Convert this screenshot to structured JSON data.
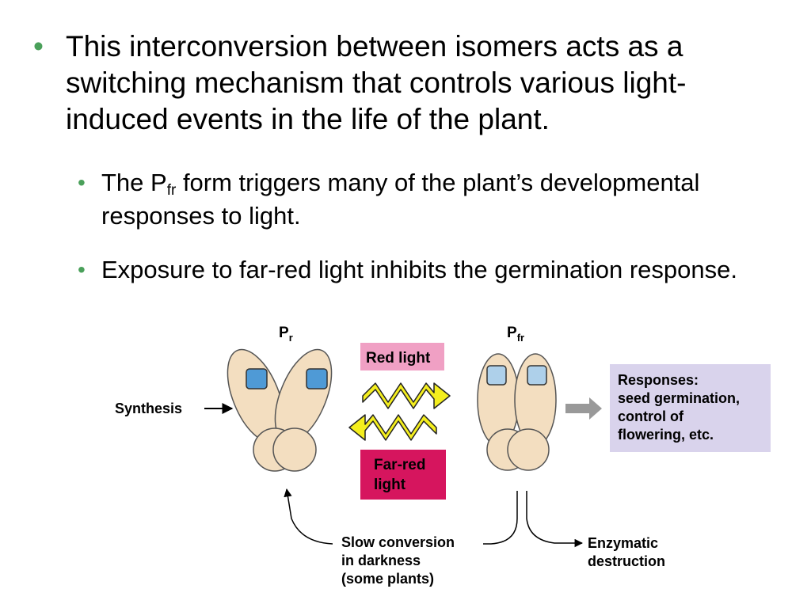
{
  "bullets": {
    "main": "This interconversion between isomers acts as a switching mechanism that controls various light-induced events in the life of the plant.",
    "sub1_pre": "The P",
    "sub1_subscript": "fr",
    "sub1_post": " form triggers many of the plant’s developmental responses to light.",
    "sub2": "Exposure to far-red light inhibits the germination response.",
    "bullet_color": "#4aa05a"
  },
  "diagram": {
    "pr_label": "P",
    "pr_subscript": "r",
    "pfr_label": "P",
    "pfr_subscript": "fr",
    "red_light_label": "Red light",
    "far_red_line1": "Far-red",
    "far_red_line2": "light",
    "synthesis_label": "Synthesis",
    "responses_line1": "Responses:",
    "responses_line2": "seed germination,",
    "responses_line3": "control of",
    "responses_line4": "flowering, etc.",
    "slow_line1": "Slow conversion",
    "slow_line2": "in darkness",
    "slow_line3": "(some plants)",
    "enzymatic_line1": "Enzymatic",
    "enzymatic_line2": "destruction",
    "colors": {
      "red_light_box": "#f0a0c4",
      "far_red_box": "#d6155e",
      "responses_box": "#d9d3ec",
      "protein": "#f3dec0",
      "pr_chromophore": "#4f9ad6",
      "pfr_chromophore": "#aed0ea",
      "zigzag": "#f4ee1e"
    }
  }
}
